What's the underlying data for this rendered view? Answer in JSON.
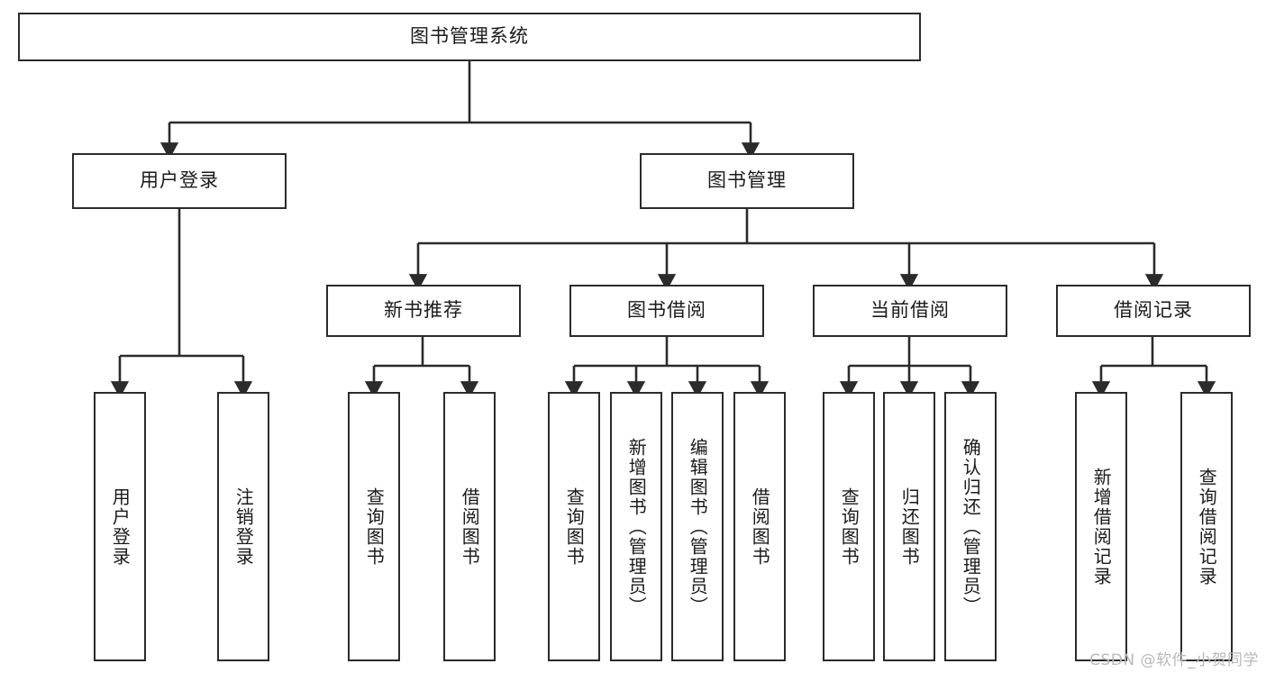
{
  "diagram": {
    "title": "图书管理系统",
    "type": "tree-structure-chart",
    "line_color": "#2b2b2b",
    "box_fill": "#ffffff",
    "text_color": "#1a1a1a"
  },
  "nodes": {
    "root": {
      "label": "图书管理系统"
    },
    "level2": [
      {
        "id": "user-login",
        "label": "用户登录"
      },
      {
        "id": "book-manage",
        "label": "图书管理"
      }
    ],
    "level3": [
      {
        "id": "new-book-rec",
        "label": "新书推荐"
      },
      {
        "id": "book-borrow",
        "label": "图书借阅"
      },
      {
        "id": "current-borrow",
        "label": "当前借阅"
      },
      {
        "id": "borrow-record",
        "label": "借阅记录"
      }
    ],
    "leaves": [
      {
        "id": "leaf-user-login",
        "label": "用户登录",
        "parent": "user-login"
      },
      {
        "id": "leaf-logout",
        "label": "注销登录",
        "parent": "user-login"
      },
      {
        "id": "leaf-query-book-1",
        "label": "查询图书",
        "parent": "new-book-rec"
      },
      {
        "id": "leaf-borrow-book-1",
        "label": "借阅图书",
        "parent": "new-book-rec"
      },
      {
        "id": "leaf-query-book-2",
        "label": "查询图书",
        "parent": "book-borrow"
      },
      {
        "id": "leaf-add-book",
        "label": "新增图书（管理员）",
        "parent": "book-borrow"
      },
      {
        "id": "leaf-edit-book",
        "label": "编辑图书（管理员）",
        "parent": "book-borrow"
      },
      {
        "id": "leaf-borrow-book-2",
        "label": "借阅图书",
        "parent": "book-borrow"
      },
      {
        "id": "leaf-query-book-3",
        "label": "查询图书",
        "parent": "current-borrow"
      },
      {
        "id": "leaf-return-book",
        "label": "归还图书",
        "parent": "current-borrow"
      },
      {
        "id": "leaf-confirm-return",
        "label": "确认归还（管理员）",
        "parent": "current-borrow"
      },
      {
        "id": "leaf-add-record",
        "label": "新增借阅记录",
        "parent": "borrow-record"
      },
      {
        "id": "leaf-query-record",
        "label": "查询借阅记录",
        "parent": "borrow-record"
      }
    ]
  },
  "watermark": {
    "text": "CSDN @软件_小贺同学"
  }
}
